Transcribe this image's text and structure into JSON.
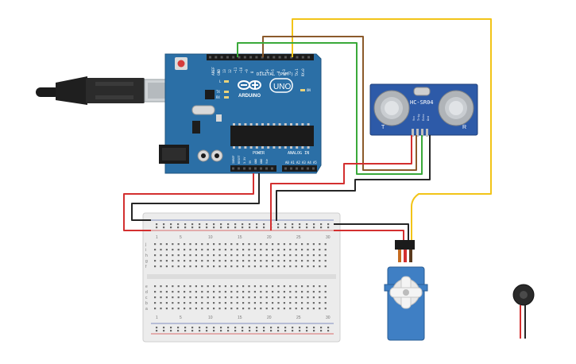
{
  "arduino": {
    "brand": "ARDUINO",
    "model": "UNO",
    "digital_header": "DIGITAL (PWM~)",
    "power_header": "POWER",
    "analog_header": "ANALOG IN",
    "aref": "AREF",
    "gnd": "GND",
    "tx": "TX",
    "rx": "RX",
    "l_led": "L",
    "on": "ON",
    "digital_pins": [
      "13",
      "12",
      "~11",
      "~10",
      "~9",
      "8",
      "7",
      "~6",
      "~5",
      "4",
      "~3",
      "2",
      "TX▸1",
      "RX◂0"
    ],
    "power_pins": [
      "IOREF",
      "RESET",
      "3.3V",
      "5V",
      "GND",
      "GND",
      "Vin"
    ],
    "analog_pins": [
      "A0",
      "A1",
      "A2",
      "A3",
      "A4",
      "A5"
    ]
  },
  "sensor": {
    "model": "HC-SR04",
    "left": "T",
    "right": "R",
    "pins": [
      "Vcc",
      "Trig",
      "Echo",
      "Gnd"
    ]
  },
  "breadboard": {
    "top_numbers": [
      "1",
      "5",
      "10",
      "15",
      "20",
      "25",
      "30"
    ],
    "bottom_numbers": [
      "1",
      "5",
      "10",
      "15",
      "20",
      "25",
      "30"
    ],
    "row_letters_top": [
      "j",
      "i",
      "h",
      "g",
      "f"
    ],
    "row_letters_bottom": [
      "e",
      "d",
      "c",
      "b",
      "a"
    ]
  },
  "colors": {
    "board": "#2b6fa6",
    "board_dark": "#1f5680",
    "sensor": "#2d5aa8",
    "servo": "#3f7fc4",
    "wire_red": "#d32f2f",
    "wire_black": "#262626",
    "wire_green": "#3aa93a",
    "wire_brown": "#8b5a2b",
    "wire_yellow": "#f2c418",
    "breadboard": "#e9e9e9"
  }
}
